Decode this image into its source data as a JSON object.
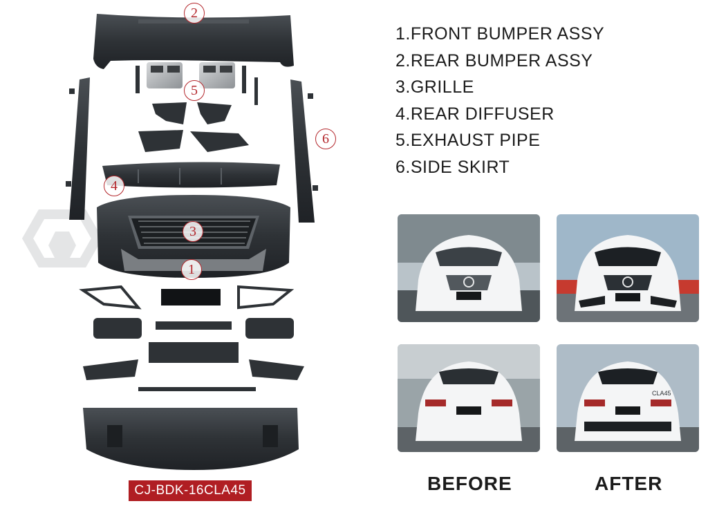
{
  "parts_list": [
    {
      "number": "1",
      "name": "1.FRONT BUMPER ASSY"
    },
    {
      "number": "2",
      "name": "2.REAR BUMPER ASSY"
    },
    {
      "number": "3",
      "name": "3.GRILLE"
    },
    {
      "number": "4",
      "name": "4.REAR DIFFUSER"
    },
    {
      "number": "5",
      "name": "5.EXHAUST PIPE"
    },
    {
      "number": "6",
      "name": "6.SIDE SKIRT"
    }
  ],
  "markers": {
    "rear_bumper": "2",
    "exhaust": "5",
    "side_skirt": "6",
    "diffuser": "4",
    "grille": "3",
    "front_bumper": "1"
  },
  "photos": {
    "before_label": "BEFORE",
    "after_label": "AFTER",
    "rear_badge_after": "CLA45"
  },
  "product_code": "CJ-BDK-16CLA45",
  "colors": {
    "accent_red": "#b01e23",
    "marker_red": "#b3262b",
    "part_black": "#2e3236",
    "car_white": "#f4f5f6"
  }
}
